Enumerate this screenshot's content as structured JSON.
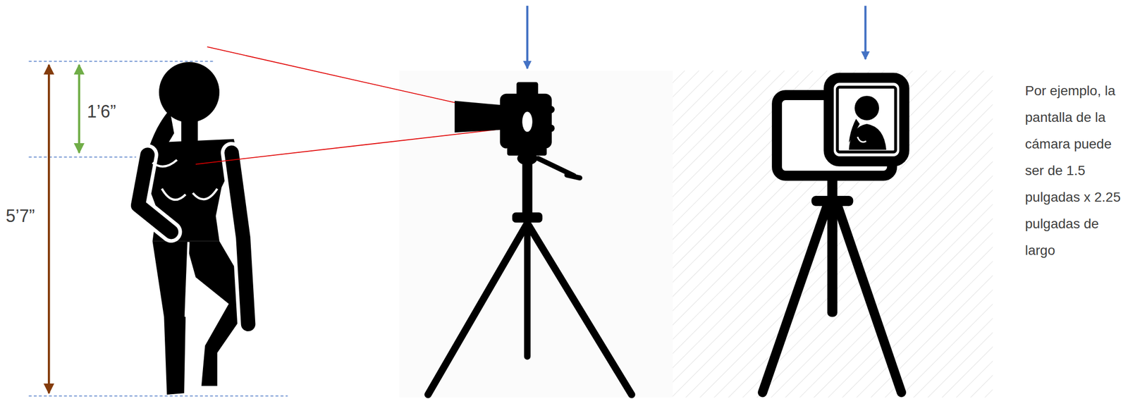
{
  "diagram": {
    "labels": [
      "1’6”",
      "5’7”",
      "Por ejemplo, la pantalla de la cámara puede ser de 1.5 pulgadas x 2.25 pulgadas de largo"
    ]
  }
}
